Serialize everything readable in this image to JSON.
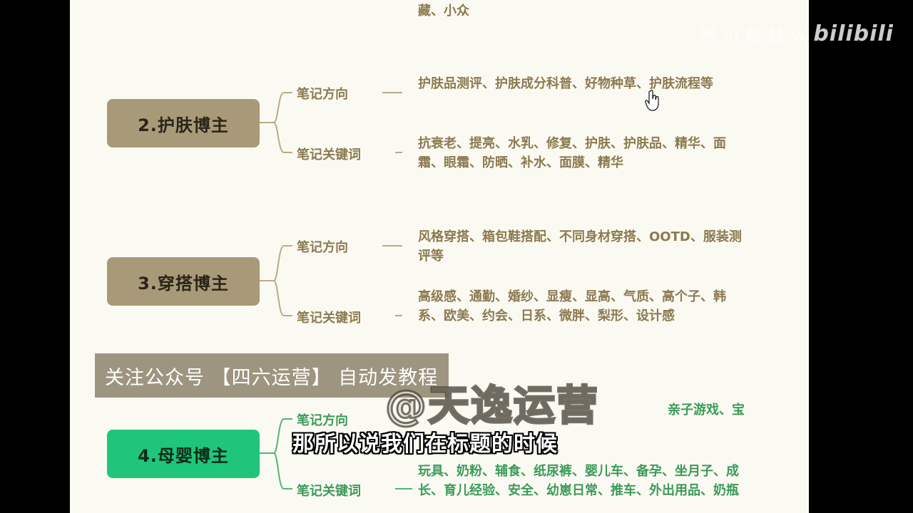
{
  "top_fragment": "藏、小众",
  "topics": [
    {
      "title": "2.护肤博主",
      "direction_label": "笔记方向",
      "direction_text": "护肤品测评、护肤成分科普、好物种草、护肤流程等",
      "keyword_label": "笔记关键词",
      "keyword_text": "抗衰老、提亮、水乳、修复、护肤、护肤品、精华、面霜、眼霜、防晒、补水、面膜、精华"
    },
    {
      "title": "3.穿搭博主",
      "direction_label": "笔记方向",
      "direction_text": "风格穿搭、箱包鞋搭配、不同身材穿搭、OOTD、服装测评等",
      "keyword_label": "笔记关键词",
      "keyword_text": "高级感、通勤、婚纱、显瘦、显高、气质、高个子、韩系、欧美、约会、日系、微胖、梨形、设计感"
    },
    {
      "title": "4.母婴博主",
      "direction_label": "笔记方向",
      "direction_text": "亲子游戏、宝",
      "keyword_label": "笔记关键词",
      "keyword_text": "玩具、奶粉、辅食、纸尿裤、婴儿车、备孕、坐月子、成长、育儿经验、安全、幼崽日常、推车、外出用品、奶瓶"
    }
  ],
  "banner": "关注公众号 【四六运营】 自动发教程",
  "watermark": "@天逸运营",
  "subtitle": "那所以说我们在标题的时候",
  "logo_prefix": "阿 小 每 日 么",
  "logo_brand": "bilibili",
  "colors": {
    "brown_node": "#a89a78",
    "green_node": "#1fc57a",
    "brown_text": "#8c7a50",
    "green_text": "#3b9a5a",
    "page_bg": "#fbfaf2"
  }
}
